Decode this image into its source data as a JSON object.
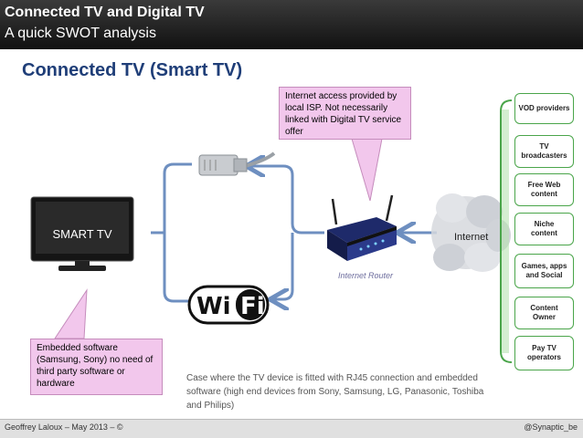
{
  "header": {
    "title": "Connected TV and Digital TV",
    "subtitle": "A quick SWOT analysis"
  },
  "slide_title": "Connected TV (Smart TV)",
  "callout_top": [
    "Internet access provided by",
    "local  ISP. Not necessarily",
    "linked with Digital TV service",
    "offer"
  ],
  "callout_bottom": [
    "Embedded software",
    "(Samsung, Sony) no need of",
    "third party software or",
    "hardware"
  ],
  "tv_label": "SMART TV",
  "wifi_label": "Wi Fi",
  "router_label": "Internet Router",
  "internet_label": "Internet",
  "case_text": "Case where the TV device is fitted with RJ45 connection and embedded software (high end devices from Sony, Samsung, LG, Panasonic, Toshiba and Philips)",
  "services": [
    {
      "l1": "VOD providers",
      "l2": ""
    },
    {
      "l1": "TV",
      "l2": "broadcasters"
    },
    {
      "l1": "Free Web",
      "l2": "content"
    },
    {
      "l1": "Niche",
      "l2": "content"
    },
    {
      "l1": "Games, apps",
      "l2": "and Social"
    },
    {
      "l1": "Content",
      "l2": "Owner"
    },
    {
      "l1": "Pay TV",
      "l2": "operators"
    }
  ],
  "footer": {
    "left": "Geoffrey Laloux – May  2013 – ©",
    "right": "@Synaptic_be"
  },
  "colors": {
    "title_blue": "#1f3e78",
    "arrow_blue": "#6e8fc0",
    "callout_pink": "#f2c7ec",
    "service_green": "#4aa54a"
  }
}
